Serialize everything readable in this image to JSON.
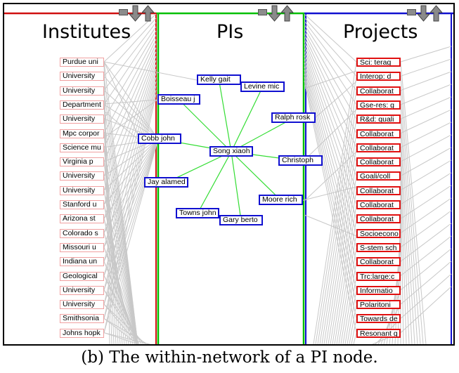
{
  "panels": {
    "institutes": {
      "title": "Institutes",
      "color": "#d01010"
    },
    "pis": {
      "title": "PIs",
      "color": "#00c000"
    },
    "projects": {
      "title": "Projects",
      "color": "#1010d0"
    }
  },
  "institutes": [
    "Purdue uni",
    "University",
    "University",
    "Department",
    "University",
    "Mpc corpor",
    "Science mu",
    "Virginia p",
    "University",
    "University",
    "Stanford u",
    "Arizona st",
    "Colorado s",
    "Missouri u",
    "Indiana un",
    "Geological",
    "University",
    "University",
    "Smithsonia",
    "Johns hopk"
  ],
  "projects": [
    "Sci: terag",
    "Interop: d",
    "Collaborat",
    "Gse-res: g",
    "R&d: quali",
    "Collaborat",
    "Collaborat",
    "Collaborat",
    "Goali/coll",
    "Collaborat",
    "Collaborat",
    "Collaborat",
    "Socioecono",
    "S-stem sch",
    "Collaborat",
    "Trc:large:c",
    "Informatio",
    "Polaritoni",
    "Towards de",
    "Resonant g"
  ],
  "pis": {
    "center": "Song xiaoh",
    "others": [
      "Kelly gait",
      "Levine mic",
      "Boisseau j",
      "Ralph rosk",
      "Cobb john",
      "Christoph",
      "Jay alamed",
      "Moore rich",
      "Towns john",
      "Gary berto"
    ]
  },
  "icons": [
    "minimize-icon",
    "down-arrow-icon",
    "up-arrow-icon"
  ],
  "caption": "(b)  The within-network of a PI node."
}
